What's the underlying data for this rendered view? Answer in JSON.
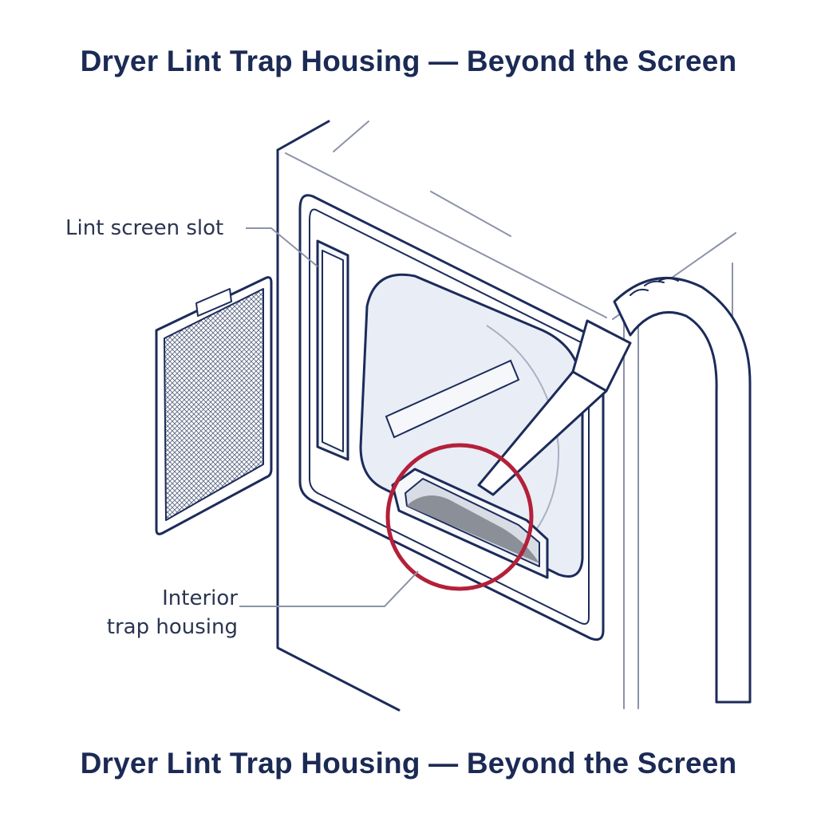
{
  "title_top": "Dryer Lint Trap Housing — Beyond the Screen",
  "title_bottom": "Dryer Lint Trap Housing — Beyond the Screen",
  "labels": {
    "lint_screen_slot": "Lint screen slot",
    "interior_line1": "Interior",
    "interior_line2": "trap housing"
  },
  "colors": {
    "outline": "#1c2b5a",
    "accent_circle": "#b3203a",
    "fill_light": "#eef1f7",
    "lint": "#8a8f98"
  },
  "icons": [
    "lint-screen",
    "dryer-body",
    "vacuum-hose",
    "highlight-circle"
  ]
}
